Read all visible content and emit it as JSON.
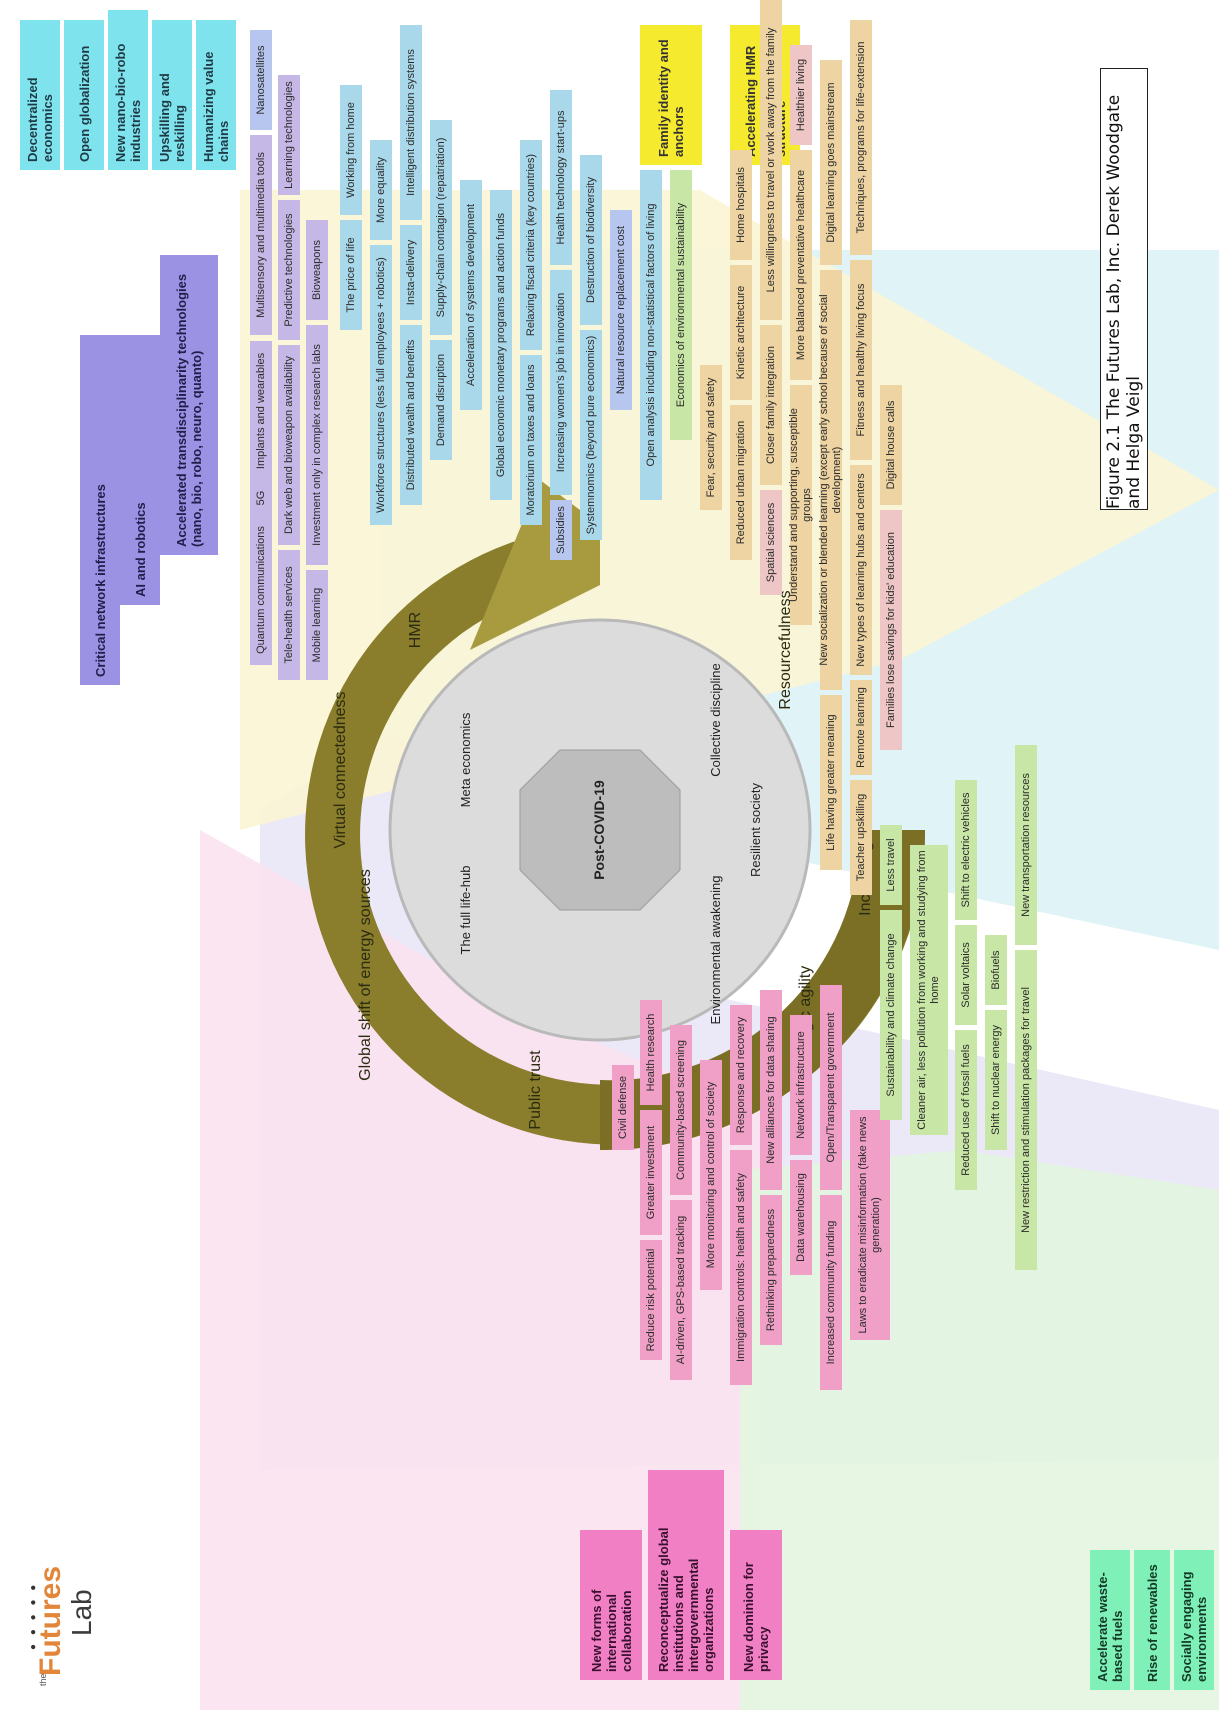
{
  "logo": {
    "the": "the",
    "futures": "Futures",
    "lab": "Lab"
  },
  "hub": {
    "center": "Post-COVID-19",
    "inner": [
      "Meta economics",
      "The full life-hub",
      "Collective discipline",
      "Environmental awakening",
      "Resilient society"
    ],
    "ring": [
      "HMR",
      "Virtual connectedness",
      "Global shift of energy sources",
      "Public trust",
      "Strategic agility",
      "Increasing comfort",
      "Resourcefulness"
    ]
  },
  "headers": {
    "tech": [
      "Critical network infrastructures",
      "AI and robotics",
      "Accelerated transdisciplinarity technologies (nano, bio, robo, neuro, quanto)"
    ],
    "economy": [
      "Decentralized economics",
      "Open globalization",
      "New nano-bio-robo industries",
      "Upskilling and reskilling",
      "Humanizing value chains"
    ],
    "family": [
      "Family identity and anchors",
      "Accelerating HMR at new workforce structure"
    ],
    "governance": [
      "New forms of international collaboration",
      "Reconceptualize global institutions and intergovernmental organizations",
      "New dominion for privacy"
    ],
    "energy": [
      "Accelerate waste-based fuels",
      "Rise of renewables",
      "Socially engaging environments"
    ]
  },
  "items": {
    "tech": [
      "Quantum communications",
      "5G",
      "Implants and wearables",
      "Multisensory and multimedia tools",
      "Tele-health services",
      "Dark web and bioweapon availability",
      "Predictive technologies",
      "Learning technologies",
      "Nanosatellites",
      "Mobile learning",
      "Investment only in complex research labs",
      "Bioweapons"
    ],
    "economy": [
      "The price of life",
      "Working from home",
      "Workforce structures (less full employees + robotics)",
      "More equality",
      "Distributed wealth and benefits",
      "Insta-delivery",
      "Intelligent distribution systems",
      "Demand disruption",
      "Supply-chain contagion (repatriation)",
      "Acceleration of systems development",
      "Global economic monetary programs and action funds",
      "Moratorium on taxes and loans",
      "Relaxing fiscal criteria (key countries)",
      "Subsidies",
      "Increasing women's job in innovation",
      "Health technology start-ups",
      "Systemnomics (beyond pure economics)",
      "Destruction of biodiversity",
      "Natural resource replacement cost",
      "Open analysis including non-statistical factors of living",
      "Economics of environmental sustainability"
    ],
    "family": [
      "Fear, security and safety",
      "Reduced urban migration",
      "Kinetic architecture",
      "Home hospitals",
      "Spatial sciences",
      "Closer family integration",
      "Less willingness to travel or work away from the family",
      "Understand and supporting, susceptible groups",
      "More balanced preventative healthcare",
      "Healthier living",
      "Life having greater meaning",
      "New socialization or blended learning (except early school because of social development)",
      "Digital learning goes mainstream",
      "Teacher upskilling",
      "Remote learning",
      "New types of learning hubs and centers",
      "Fitness and healthy living focus",
      "Techniques, programs for life-extension",
      "Families lose savings for kids' education",
      "Digital house calls"
    ],
    "governance": [
      "Civil defense",
      "Reduce risk potential",
      "Greater investment",
      "Health research",
      "AI-driven, GPS-based tracking",
      "Community-based screening",
      "More monitoring and control of society",
      "Immigration controls: health and safety",
      "Response and recovery",
      "Rethinking preparedness",
      "New alliances for data sharing",
      "Data warehousing",
      "Network infrastructure",
      "Increased community funding",
      "Open/Transparent government",
      "Laws to eradicate misinformation (fake news generation)"
    ],
    "energy": [
      "Sustainability and climate change",
      "Less travel",
      "Cleaner air, less pollution from working and studying from home",
      "Reduced use of fossil fuels",
      "Solar voltaics",
      "Shift to electric vehicles",
      "Shift to nuclear energy",
      "Biofuels",
      "New restriction and stimulation packages for travel",
      "New transportation resources"
    ]
  },
  "caption": "Figure 2.1 The Futures Lab, Inc. Derek Woodgate and Helga Veigl",
  "colors": {
    "ring_olive": "#8a7d2c",
    "ring_light": "#a89a3e",
    "hub_grey": "#dcdcdc"
  }
}
